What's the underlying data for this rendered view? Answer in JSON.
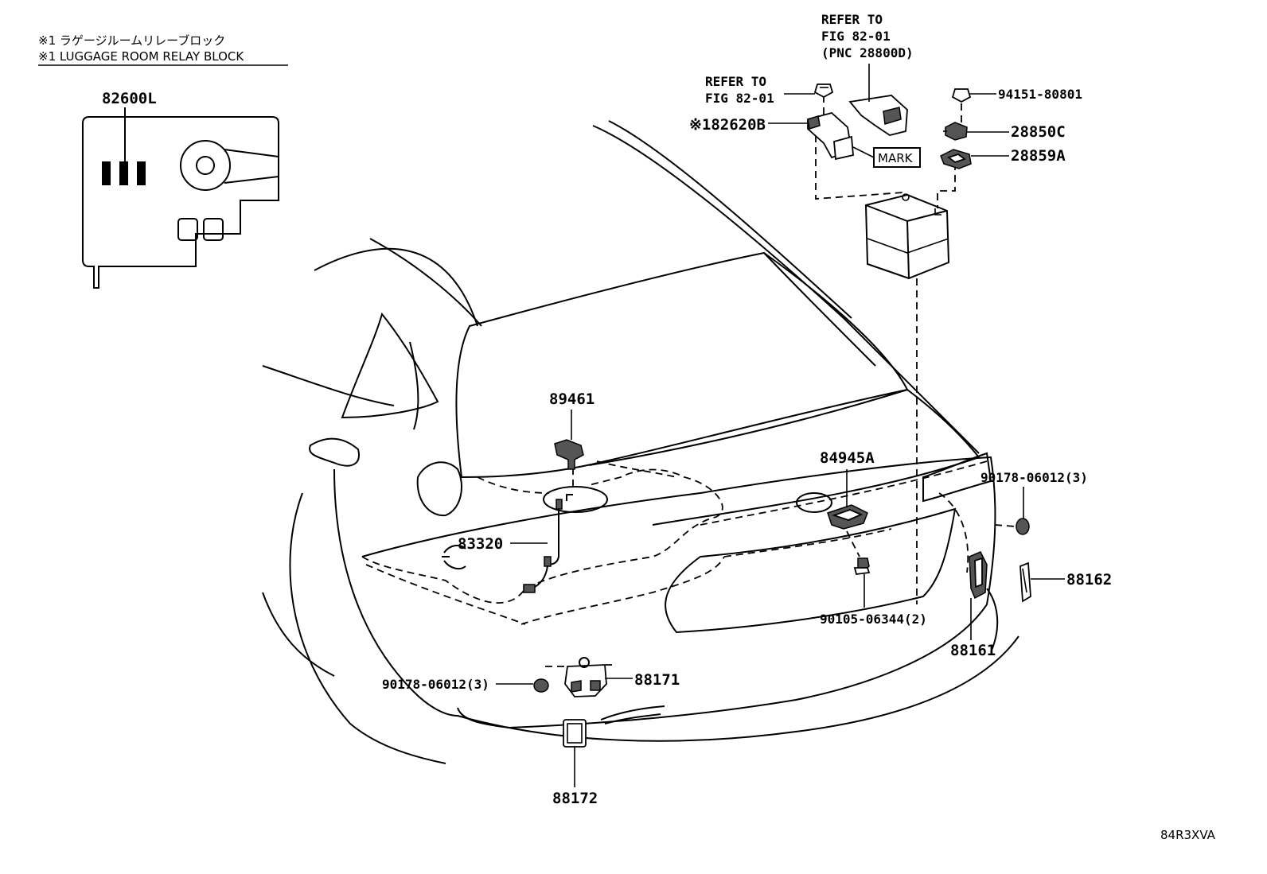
{
  "legend": {
    "line_jp": "※1 ラゲージルームリレーブロック",
    "line_en": "※1 LUGGAGE ROOM RELAY BLOCK"
  },
  "parts": {
    "p82600L": "82600L",
    "p89461": "89461",
    "p83320": "83320",
    "p84945A": "84945A",
    "p90178_06012_right": "90178-06012(3)",
    "p90178_06012_left": "90178-06012(3)",
    "p88162": "88162",
    "p88161": "88161",
    "p90105_06344": "90105-06344(2)",
    "p88171": "88171",
    "p88172": "88172",
    "p94151_80801": "94151-80801",
    "p28850C": "28850C",
    "p28859A": "28859A",
    "p82620B": "※182620B"
  },
  "refer_top": {
    "line1": "REFER TO",
    "line2": "FIG 82-01",
    "line3": "(PNC 28800D)"
  },
  "refer_left": {
    "line1": "REFER TO",
    "line2": "FIG 82-01"
  },
  "mark_label": "MARK",
  "figure_code": "84R3XVA"
}
